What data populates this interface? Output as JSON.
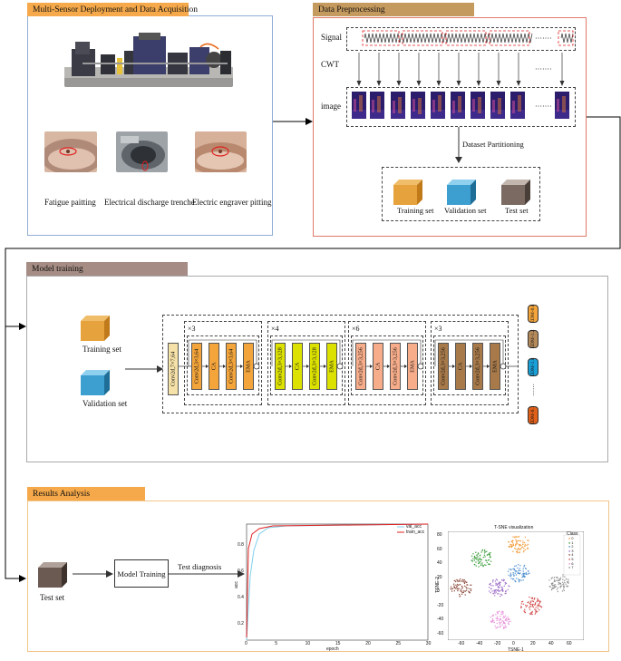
{
  "panels": {
    "acquisition": {
      "title": "Multi-Sensor Deployment and Data Acquisition",
      "title_bg": "#f5a94a",
      "border": "#8faed4"
    },
    "preprocessing": {
      "title": "Data Preprocessing",
      "title_bg": "#c59a5f",
      "border": "#e07a6a"
    },
    "training": {
      "title": "Model training",
      "title_bg": "#a58c84",
      "border": "#aaaaaa"
    },
    "results": {
      "title": "Results Analysis",
      "title_bg": "#f5a94a",
      "border": "#f0c58a"
    }
  },
  "acquisition": {
    "faults": [
      "Fatigue paitting",
      "Electrical discharge trenche",
      "Electric engraver pitting"
    ]
  },
  "preprocessing": {
    "row_labels": [
      "Signal",
      "CWT",
      "image"
    ],
    "ellipsis": "·······",
    "partition_label": "Dataset Partitioning",
    "sets": [
      {
        "label": "Training set",
        "color": "#e6a23c"
      },
      {
        "label": "Validation set",
        "color": "#3d9fd0"
      },
      {
        "label": "Test set",
        "color": "#7a6a62"
      }
    ]
  },
  "training": {
    "inputs": [
      {
        "label": "Training set",
        "color": "#e6a23c"
      },
      {
        "label": "Validation set",
        "color": "#3d9fd0"
      }
    ],
    "stem_layer": "Conv2d,7×7,64",
    "stages": [
      {
        "repeat": "×3",
        "conv": "Conv2d,3×3,64",
        "color": "#f3a43a"
      },
      {
        "repeat": "×4",
        "conv": "Conv2d,3×3,128",
        "color": "#dce100"
      },
      {
        "repeat": "×6",
        "conv": "Conv2d,3×3,256",
        "color": "#f7ad8a"
      },
      {
        "repeat": "×3",
        "conv": "Conv2d,3×3,256",
        "color": "#a87a4a"
      }
    ],
    "ca_label": "CA",
    "ema_label": "EMA",
    "outputs": [
      {
        "label": "EDM-0.8",
        "color": "#f3a43a"
      },
      {
        "label": "EDM-1.2",
        "color": "#b58a5a"
      },
      {
        "label": "EDM-1.8",
        "color": "#1aa0d8"
      },
      {
        "label": "EDM-0.1",
        "color": "#e0601a"
      }
    ],
    "output_ellipsis": "······"
  },
  "results": {
    "test_set": {
      "label": "Test set",
      "color": "#6a5a52"
    },
    "model_training": "Model Training",
    "test_diagnosis": "Test diagnosis",
    "acc_chart": {
      "xlabel": "epoch",
      "ylabel": "acc",
      "xticks": [
        "0",
        "5",
        "10",
        "15",
        "20",
        "25",
        "30"
      ],
      "yticks": [
        "0.2",
        "0.4",
        "0.6",
        "0.8"
      ],
      "legend": [
        {
          "name": "val_acc",
          "color": "#7fd0ea"
        },
        {
          "name": "train_acc",
          "color": "#e02020"
        }
      ]
    },
    "tsne": {
      "title": "T-SNE visualization",
      "xlabel": "TSNE-1",
      "ylabel": "TSNE-2",
      "legend_title": "Class",
      "classes": [
        "0",
        "1",
        "2",
        "3",
        "4",
        "5",
        "6",
        "7"
      ],
      "xticks": [
        "-60",
        "-40",
        "-20",
        "0",
        "20",
        "40",
        "60"
      ],
      "yticks": [
        "80",
        "60",
        "40",
        "20",
        "0",
        "-20",
        "-40",
        "-60"
      ],
      "cluster_colors": [
        "#f39c3c",
        "#3f9f3f",
        "#4f8fd0",
        "#a070c8",
        "#8f4f3f",
        "#d34f4f",
        "#e890d8",
        "#909090"
      ]
    }
  },
  "connector_color": "#000000"
}
